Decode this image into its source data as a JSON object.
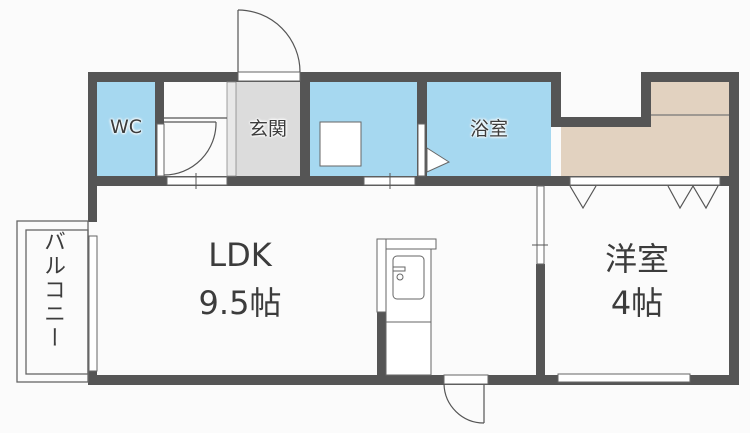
{
  "floor_plan": {
    "colors": {
      "wall": "#555555",
      "wet_area": "#a6d8f0",
      "entrance": "#dcdcdc",
      "storage": "#e2d2c0",
      "floor": "#fbfbfb"
    },
    "rooms": {
      "wc": {
        "label": "WC"
      },
      "entrance": {
        "label": "玄関"
      },
      "bath": {
        "label": "浴室"
      },
      "ldk": {
        "label": "LDK",
        "size": "9.5帖"
      },
      "western_room": {
        "label": "洋室",
        "size": "4帖"
      },
      "balcony": {
        "label": "バルコニー"
      }
    }
  }
}
